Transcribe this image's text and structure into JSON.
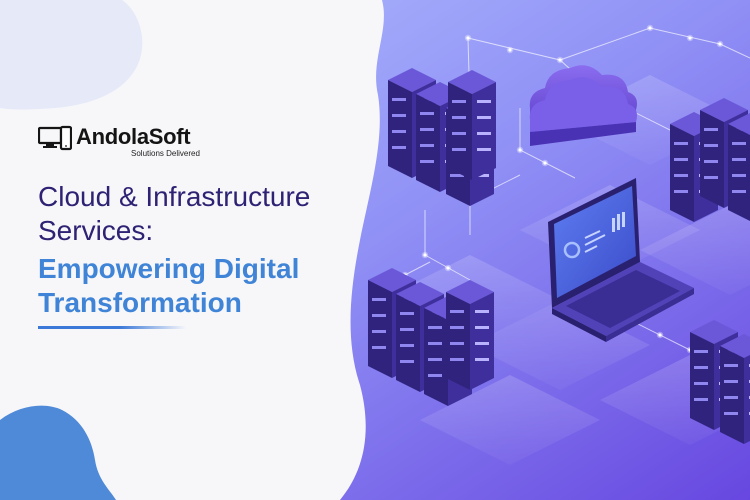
{
  "brand": {
    "name": "AndolaSoft",
    "tagline": "Solutions Delivered"
  },
  "headline": {
    "line1": "Cloud & Infrastructure",
    "line2": "Services:",
    "line3": "Empowering Digital",
    "line4": "Transformation"
  },
  "colors": {
    "heading_dark": "#2d2273",
    "heading_accent": "#3f84d6",
    "background_gradient_start": "#a7b5ff",
    "background_gradient_end": "#6a52e6",
    "server_body": "#3b2d8f"
  },
  "illustration": {
    "icons": [
      "server-rack-icon",
      "cloud-icon",
      "laptop-icon",
      "network-node-icon"
    ]
  }
}
